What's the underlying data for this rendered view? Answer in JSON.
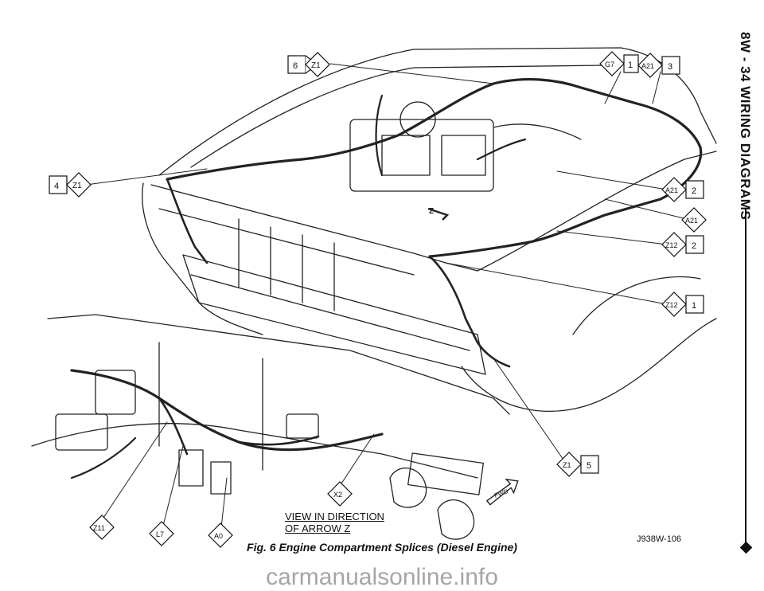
{
  "header": {
    "text": "8W - 34  WIRING DIAGRAMS"
  },
  "figure": {
    "caption": "Fig. 6 Engine Compartment Splices (Diesel Engine)",
    "code": "J938W-106",
    "view_direction_line1": "VIEW IN DIRECTION",
    "view_direction_line2": "OF ARROW Z",
    "arrow_z_label": "Z",
    "fwd_label": "FWD"
  },
  "callouts": {
    "top_left_6_z1": {
      "num": "6",
      "code": "Z1"
    },
    "left_4_z1": {
      "num": "4",
      "code": "Z1"
    },
    "top_g7_1": {
      "code": "G7",
      "num": "1"
    },
    "top_a21_3": {
      "code": "A21",
      "num": "3"
    },
    "right_a21_2": {
      "code": "A21",
      "num": "2"
    },
    "right_a21": {
      "code": "A21"
    },
    "right_z12_2": {
      "code": "Z12",
      "num": "2"
    },
    "right_z12_1": {
      "code": "Z12",
      "num": "1"
    },
    "bottom_z1_5": {
      "code": "Z1",
      "num": "5"
    },
    "bottom_x2": {
      "code": "X2"
    },
    "bottom_z11": {
      "code": "Z11"
    },
    "bottom_l7": {
      "code": "L7"
    },
    "bottom_a0": {
      "code": "A0"
    }
  },
  "watermark": {
    "text": "carmanualsonline.info"
  }
}
